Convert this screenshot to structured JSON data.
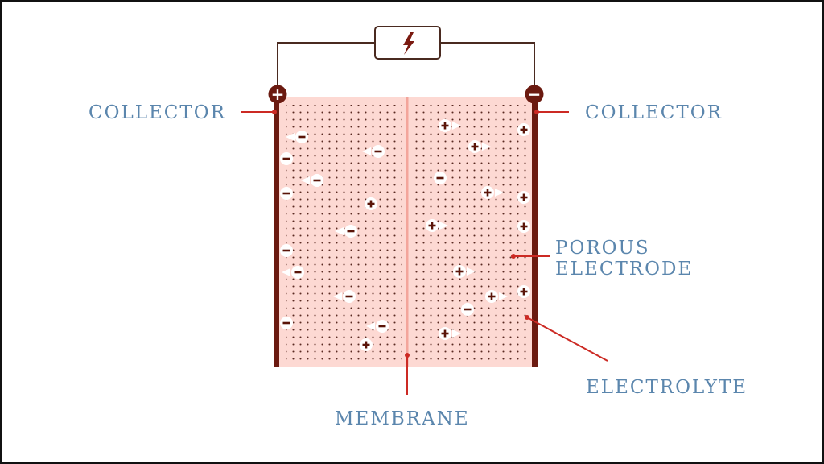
{
  "labels": {
    "collector_left": "COLLECTOR",
    "collector_right": "COLLECTOR",
    "porous_line1": "POROUS",
    "porous_line2": "ELECTRODE",
    "electrolyte": "ELECTROLYTE",
    "membrane": "MEMBRANE"
  },
  "terminals": {
    "positive_symbol": "+",
    "negative_symbol": "−"
  },
  "icons": {
    "power_source": "lightning-bolt-icon"
  },
  "colors": {
    "collector": "#6b1a10",
    "cell_fill": "#fdd9d3",
    "pointer_line": "#cc2a24",
    "label_text": "#5b86ad",
    "wire": "#4a2a20",
    "ion_mark": "#5a1408"
  },
  "ions": {
    "left_half": [
      {
        "charge": "-",
        "arrow": "left"
      },
      {
        "charge": "-",
        "arrow": "left"
      },
      {
        "charge": "-",
        "arrow": "none"
      },
      {
        "charge": "-",
        "arrow": "left"
      },
      {
        "charge": "-",
        "arrow": "none"
      },
      {
        "charge": "+",
        "arrow": "none"
      },
      {
        "charge": "-",
        "arrow": "left"
      },
      {
        "charge": "-",
        "arrow": "none"
      },
      {
        "charge": "-",
        "arrow": "left"
      },
      {
        "charge": "-",
        "arrow": "left"
      },
      {
        "charge": "-",
        "arrow": "none"
      },
      {
        "charge": "-",
        "arrow": "left"
      },
      {
        "charge": "+",
        "arrow": "none"
      }
    ],
    "right_half": [
      {
        "charge": "+",
        "arrow": "right"
      },
      {
        "charge": "+",
        "arrow": "none"
      },
      {
        "charge": "+",
        "arrow": "right"
      },
      {
        "charge": "-",
        "arrow": "none"
      },
      {
        "charge": "+",
        "arrow": "right"
      },
      {
        "charge": "+",
        "arrow": "none"
      },
      {
        "charge": "+",
        "arrow": "right"
      },
      {
        "charge": "+",
        "arrow": "none"
      },
      {
        "charge": "+",
        "arrow": "right"
      },
      {
        "charge": "+",
        "arrow": "right"
      },
      {
        "charge": "+",
        "arrow": "none"
      },
      {
        "charge": "-",
        "arrow": "none"
      },
      {
        "charge": "+",
        "arrow": "right"
      }
    ]
  }
}
